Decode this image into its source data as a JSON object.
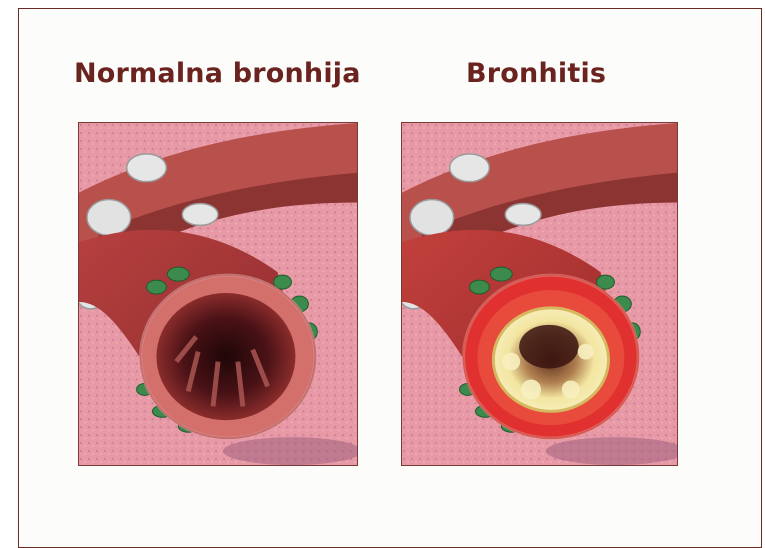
{
  "labels": {
    "normal": "Normalna bronhija",
    "disease": "Bronhitis"
  },
  "colors": {
    "title": "#6b231f",
    "border": "#6b2a26",
    "tissue": "#e8a0a8",
    "airway_wall": "#c8484a",
    "inflamed_wall": "#e03030",
    "mucus": "#f3e6a0",
    "cartilage": "#e6e6e6",
    "gland": "#3c8a4c"
  },
  "panels": [
    {
      "name": "normal-bronchus-illustration",
      "condition": "normal"
    },
    {
      "name": "bronchitis-illustration",
      "condition": "bronchitis"
    }
  ]
}
